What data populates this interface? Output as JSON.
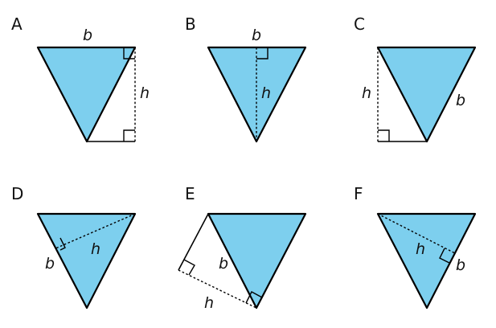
{
  "colors": {
    "triangle_fill": "#7dcfee",
    "stroke": "#000000"
  },
  "panels": [
    {
      "id": "A",
      "label": "A",
      "base_label": "b",
      "height_label": "h"
    },
    {
      "id": "B",
      "label": "B",
      "base_label": "b",
      "height_label": "h"
    },
    {
      "id": "C",
      "label": "C",
      "base_label": "b",
      "height_label": "h"
    },
    {
      "id": "D",
      "label": "D",
      "base_label": "b",
      "height_label": "h"
    },
    {
      "id": "E",
      "label": "E",
      "base_label": "b",
      "height_label": "h"
    },
    {
      "id": "F",
      "label": "F",
      "base_label": "b",
      "height_label": "h"
    }
  ]
}
